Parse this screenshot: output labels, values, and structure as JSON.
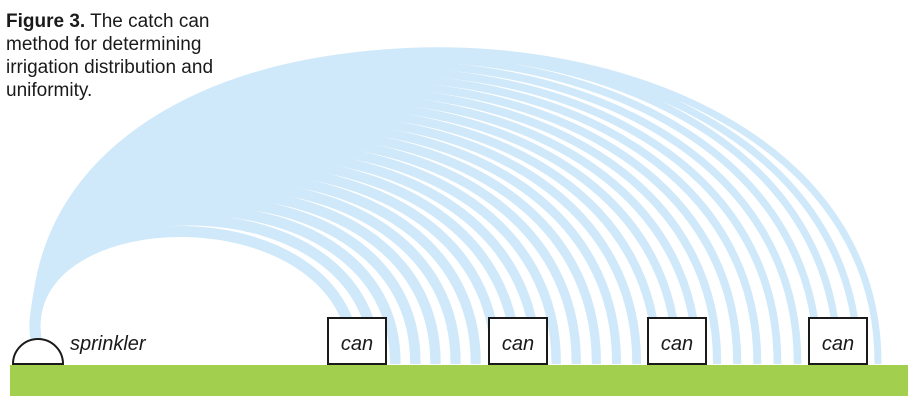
{
  "caption": {
    "figure_label": "Figure 3.",
    "text": "The catch can method for determining irrigation distribution and uniformity."
  },
  "sprinkler": {
    "label": "sprinkler"
  },
  "cans": [
    {
      "label": "can"
    },
    {
      "label": "can"
    },
    {
      "label": "can"
    },
    {
      "label": "can"
    }
  ],
  "colors": {
    "spray": "#cfe9fa",
    "ground": "#a3cf4f",
    "outline": "#1a1a1a"
  }
}
